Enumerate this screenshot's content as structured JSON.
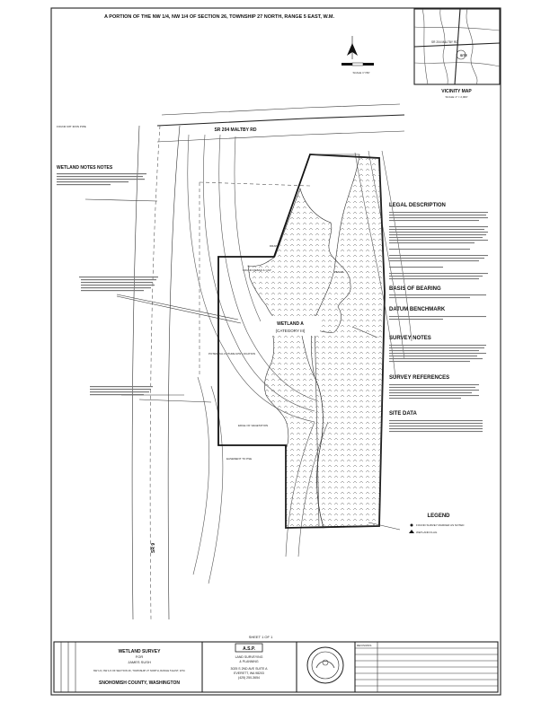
{
  "title": "A PORTION OF THE NW 1/4, NW 1/4 OF SECTION 26, TOWNSHIP 27 NORTH, RANGE 5 EAST, W.M.",
  "vicinity_map": {
    "title": "VICINITY MAP",
    "scale": "SCALE 1\" = 2,000'",
    "road_label": "SR 204 MALTBY RD",
    "site_label": "SITE"
  },
  "scale_bar": {
    "label": "SCALE 1\"=50'"
  },
  "road": {
    "label": "SR 204 MALTBY RD"
  },
  "highway_label": "SR 9",
  "wetland": {
    "name": "WETLAND A",
    "category": "(CATEGORY III)"
  },
  "notes": {
    "wetland_header": "WETLAND NOTES NOTES",
    "legal_header": "LEGAL DESCRIPTION",
    "bearing_header": "BASIS OF BEARING",
    "datum_header": "DATUM BENCHMARK",
    "survey_notes_header": "SURVEY NOTES",
    "survey_refs_header": "SURVEY REFERENCES",
    "site_data_header": "SITE DATA",
    "legend_header": "LEGEND",
    "legend_item_1": "FOUND SURVEY MARKER AS NOTED",
    "legend_item_2": "WETLAND FLAG"
  },
  "annotations": {
    "found_monument_top": "FOUND 3/8\" IRON PIPE",
    "rebar_note": "FOUND REBAR & CAP",
    "drain": "DRAIN",
    "potential_feature": "POTENTIAL FUTURE R/W LOCATION",
    "easement": "EASEMENT TO PSE",
    "fence": "FENCE",
    "bank": "EDGE OF VEGETATION"
  },
  "sheet": {
    "label": "SHEET 1 OF 1"
  },
  "title_block": {
    "project_title": "WETLAND SURVEY",
    "for": "FOR",
    "client": "JAMES SUSH",
    "location_line": "NW 1/4, NW 1/4 OF SECTION 26, TOWNSHIP 27 NORTH, RANGE 5 EAST, W.M.",
    "county": "SNOHOMISH COUNTY, WASHINGTON",
    "firm_logo": "A.S.P.",
    "firm_line1": "LAND SURVEYING",
    "firm_line2": "& PLANNING",
    "firm_address": "3025 S 2ND AVE SUITE A",
    "firm_city": "EVERETT, WA 98203",
    "firm_phone": "(425) 250-3654",
    "revisions": "REVISIONS"
  },
  "colors": {
    "ink": "#222222",
    "paper": "#ffffff",
    "hatch": "#666666"
  }
}
